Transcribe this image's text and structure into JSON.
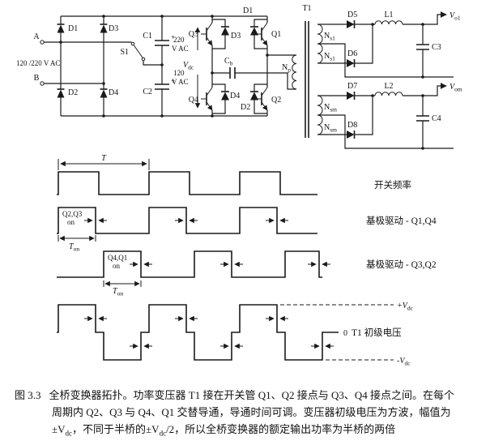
{
  "circuit": {
    "terminal_a": "A",
    "terminal_b": "B",
    "input_voltage": "120 /220 V AC",
    "d1": "D1",
    "d2": "D2",
    "d3": "D3",
    "d4": "D4",
    "s1": "S1",
    "c1": "C1",
    "c2": "C2",
    "plus": "+",
    "c1_note_1": "220",
    "c1_note_2": "V AC",
    "c2_note_1": "120",
    "c2_note_2": "V AC",
    "vdc": {
      "main": "V",
      "sub": "dc"
    },
    "q1": "Q1",
    "q2": "Q2",
    "q3": "Q3",
    "q4": "Q4",
    "qd1": "D1",
    "qd2": "D2",
    "qd3": "D3",
    "qd4": "D4",
    "cb": {
      "main": "C",
      "sub": "b"
    },
    "t1": "T1",
    "np": {
      "main": "N",
      "sub": "p"
    },
    "ns1a": {
      "main": "N",
      "sub": "s1"
    },
    "ns1b": {
      "main": "N",
      "sub": "s1"
    },
    "nsma": {
      "main": "N",
      "sub": "sm"
    },
    "nsmb": {
      "main": "N",
      "sub": "sm"
    },
    "d5": "D5",
    "d6": "D6",
    "d7": "D7",
    "d8": "D8",
    "l1": "L1",
    "l2": "L2",
    "c3": "C3",
    "c4": "C4",
    "vo1": {
      "main": "V",
      "sub": "o1"
    },
    "vom": {
      "main": "V",
      "sub": "om"
    }
  },
  "waveforms": {
    "period": "T",
    "wf1_name": "开关频率",
    "wf2_pulse_line1": "Q2,Q3",
    "wf2_pulse_line2": "on",
    "wf2_ton": {
      "main": "T",
      "sub": "on"
    },
    "wf2_name": "基极驱动 - Q1,Q4",
    "wf3_pulse_line1": "Q4,Q1",
    "wf3_pulse_line2": "on",
    "wf3_ton": {
      "main": "T",
      "sub": "on"
    },
    "wf3_name": "基极驱动 - Q3,Q2",
    "plus_vdc": {
      "main": "+V",
      "sub": "dc"
    },
    "minus_vdc": {
      "main": "-V",
      "sub": "dc"
    },
    "zero": "0",
    "wf4_name": "T1 初级电压"
  },
  "caption": {
    "fig_label": "图 3.3",
    "line1": "全桥变换器拓扑。功率变压器 T1 接在开关管 Q1、Q2 接点与 Q3、Q4 接点之间。在每个",
    "line2": "周期内 Q2、Q3 与 Q4、Q1 交替导通，导通时间可调。变压器初级电压为方波，幅值为",
    "line3a": "±V",
    "line3a_sub": "dc",
    "line3b": "，不同于半桥的±V",
    "line3b_sub": "dc",
    "line3c": "/2，所以全桥变换器的额定输出功率为半桥的两倍"
  }
}
